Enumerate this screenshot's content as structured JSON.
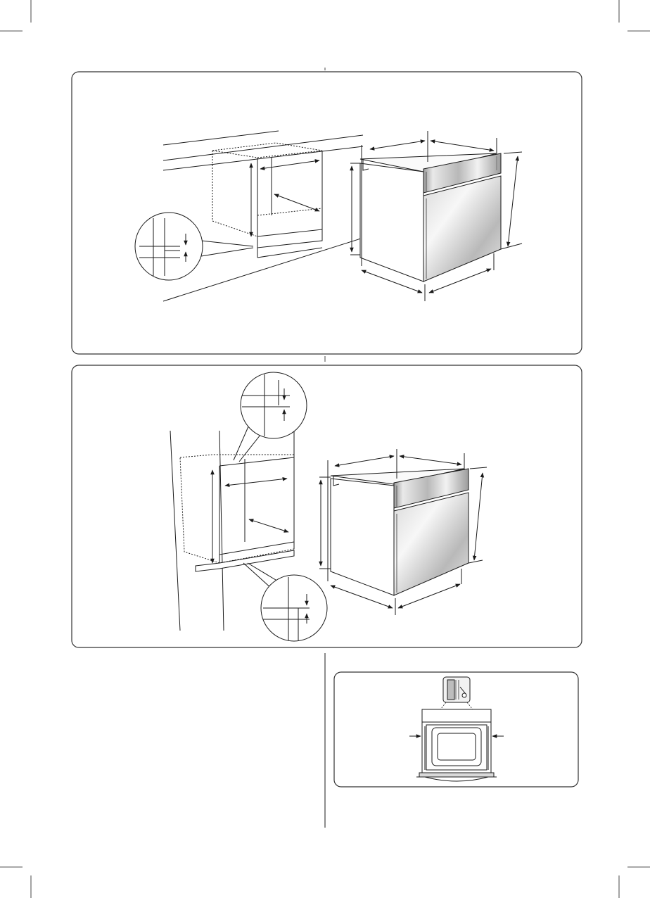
{
  "page": {
    "description_texts": [],
    "colors": {
      "line": "#1a1a1a",
      "panel_border": "#333333",
      "steel_light": "#f4f4f4",
      "steel_mid": "#c8c8c8",
      "steel_dark": "#8a8a8a"
    }
  },
  "panels": [
    {
      "id": "under-counter-installation",
      "diagram": "oven-under-worktop",
      "labels": []
    },
    {
      "id": "tall-column-installation",
      "diagram": "oven-in-tall-unit",
      "labels": []
    },
    {
      "id": "fixing-screws",
      "diagram": "oven-front-screw-fixing",
      "labels": []
    }
  ],
  "icons": {
    "dimension_arrow": "double-headed-arrow",
    "detail_magnifier": "circular-detail-callout",
    "screw": "screw-icon"
  }
}
